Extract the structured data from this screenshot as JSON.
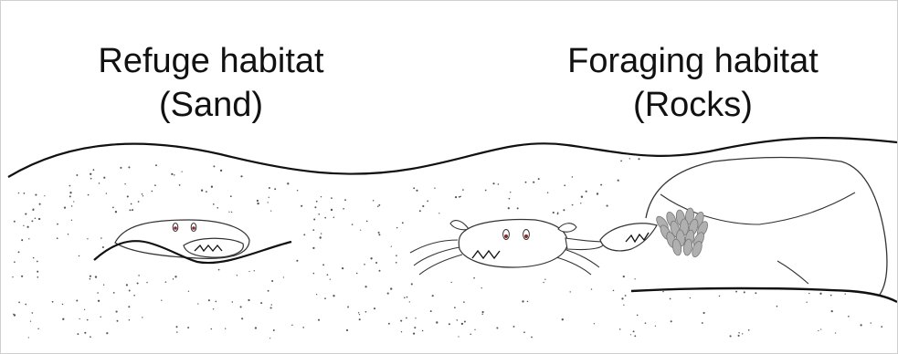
{
  "diagram": {
    "refuge": {
      "title": "Refuge habitat",
      "subtitle": "(Sand)"
    },
    "foraging": {
      "title": "Foraging habitat",
      "subtitle": "(Rocks)"
    }
  },
  "colors": {
    "line": "#111111",
    "sand_dot": "#555555",
    "prey": "#b0b0b0",
    "eye": "#8a2a2a"
  }
}
